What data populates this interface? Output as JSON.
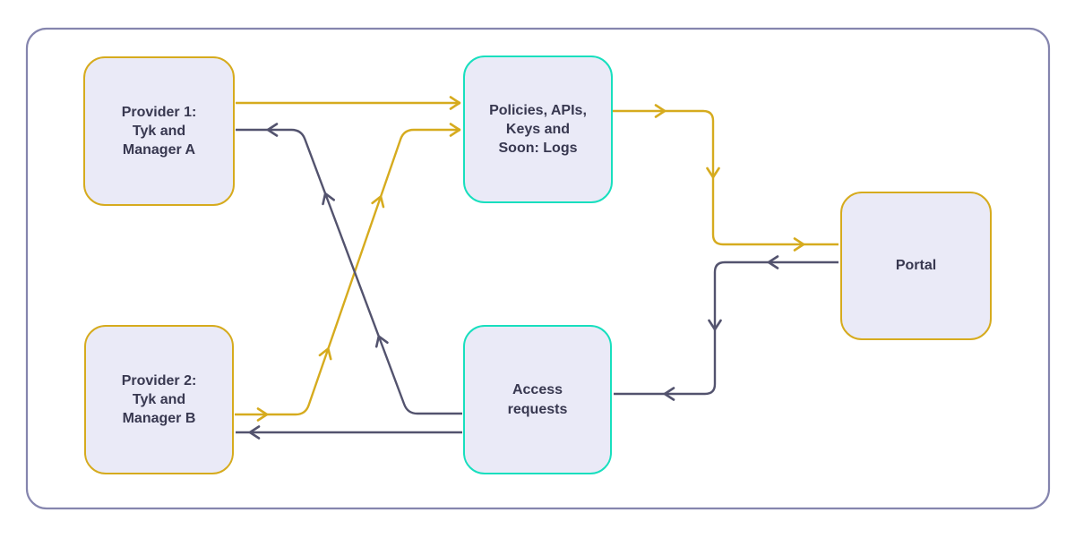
{
  "colors": {
    "gold": "#d6ab1e",
    "teal": "#18dfbe",
    "slate": "#53536e",
    "frame": "#8585ae",
    "node-fill": "#eaeaf7",
    "text": "#383850",
    "background": "#ffffff"
  },
  "diagram": {
    "type": "flowchart",
    "nodes": {
      "provider1": {
        "label": "Provider 1:\nTyk and\nManager A",
        "border": "gold"
      },
      "provider2": {
        "label": "Provider 2:\nTyk and\nManager B",
        "border": "gold"
      },
      "policies": {
        "label": "Policies, APIs,\nKeys and\nSoon: Logs",
        "border": "teal"
      },
      "access_requests": {
        "label": "Access\nrequests",
        "border": "teal"
      },
      "portal": {
        "label": "Portal",
        "border": "gold"
      }
    },
    "edges": [
      {
        "from": "provider1",
        "to": "policies",
        "color": "gold"
      },
      {
        "from": "provider2",
        "to": "policies",
        "color": "gold"
      },
      {
        "from": "policies",
        "to": "portal",
        "color": "gold"
      },
      {
        "from": "portal",
        "to": "access_requests",
        "color": "slate"
      },
      {
        "from": "access_requests",
        "to": "provider1",
        "color": "slate"
      },
      {
        "from": "access_requests",
        "to": "provider2",
        "color": "slate"
      }
    ]
  }
}
